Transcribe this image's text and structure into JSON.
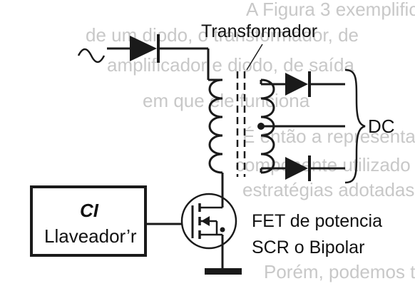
{
  "labels": {
    "ac_source": "~",
    "transformer": "Transformador",
    "dc_output": "DC",
    "control_ic_title": "CI",
    "control_ic_subtitle": "Llaveador’r",
    "power_device_line1": "FET de potencia",
    "power_device_line2": "SCR o Bipolar"
  },
  "colors": {
    "ink": "#1a1a1a",
    "background_text": "#c8c8c8",
    "paper": "#ffffff"
  }
}
